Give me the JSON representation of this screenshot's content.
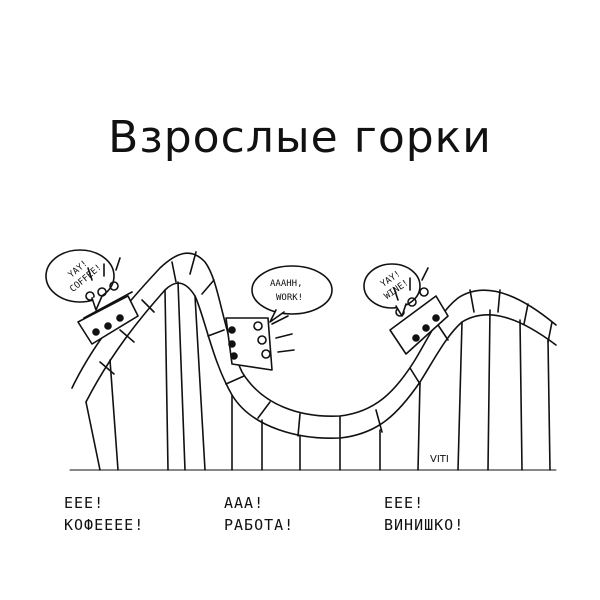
{
  "title": "Взрослые горки",
  "bubbles": {
    "left_line1": "YAY!",
    "left_line2": "COFFEE!",
    "middle_line1": "AAAHH,",
    "middle_line2": "WORK!",
    "right_line1": "YAY!",
    "right_line2": "WINE!"
  },
  "signature": "VITI",
  "captions": {
    "left_line1": "ЕЕЕ!",
    "left_line2": "КОФЕЕЕЕ!",
    "middle_line1": "ААА!",
    "middle_line2": "РАБОТА!",
    "right_line1": "ЕЕЕ!",
    "right_line2": "ВИНИШКО!"
  }
}
